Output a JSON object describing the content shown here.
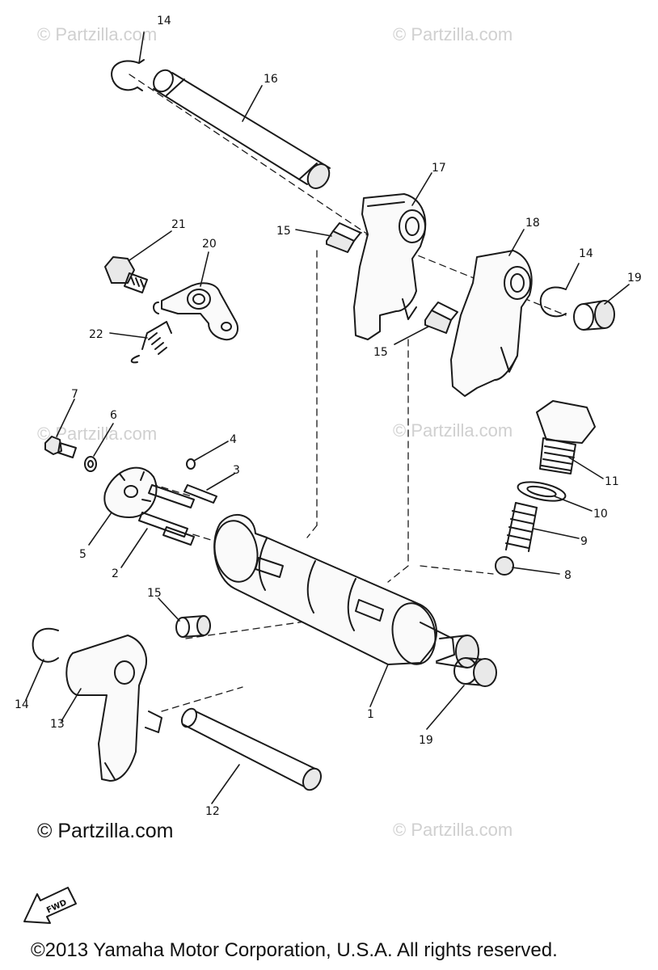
{
  "watermark": "© Partzilla.com",
  "watermark_main": "© Partzilla.com",
  "copyright": "©2013  Yamaha Motor Corporation, U.S.A. All rights reserved.",
  "fwd_label": "FWD",
  "callouts": [
    "14",
    "16",
    "17",
    "15",
    "21",
    "20",
    "18",
    "14",
    "19",
    "22",
    "15",
    "7",
    "6",
    "4",
    "3",
    "11",
    "10",
    "9",
    "5",
    "2",
    "8",
    "15",
    "14",
    "13",
    "1",
    "19",
    "12"
  ],
  "colors": {
    "line": "#1a1a1a",
    "part_shade": "#e9e9e9",
    "watermark": "#d0d0d0"
  }
}
